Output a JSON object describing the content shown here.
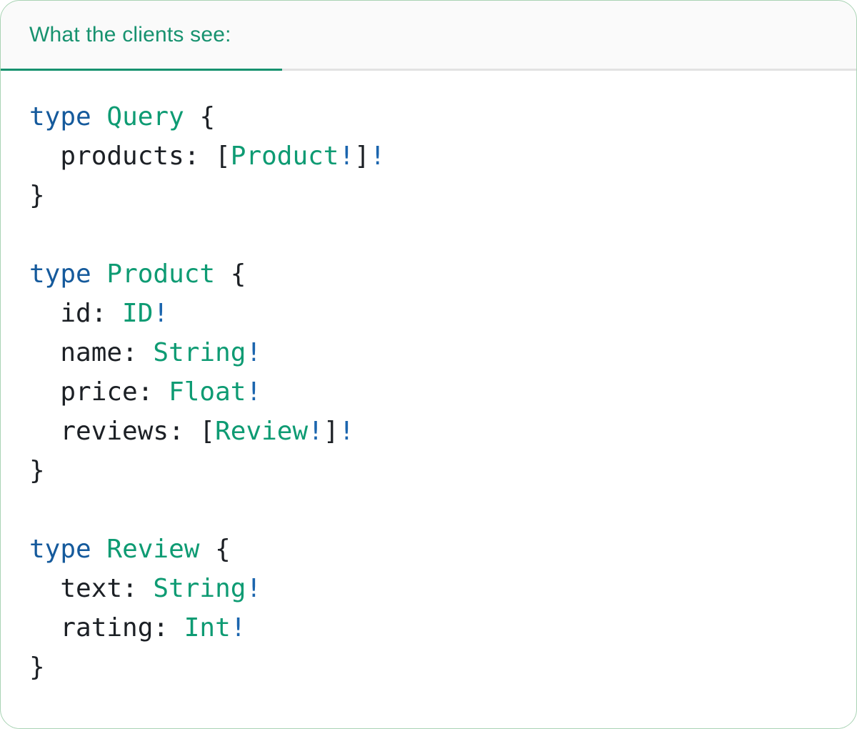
{
  "tab": {
    "label": "What the clients see:"
  },
  "theme": {
    "tab-green": "#17926F",
    "code-green": "#0E9B73",
    "code-blue": "#155A9C",
    "bang-blue": "#1B65AE",
    "code-ink": "#1C2025",
    "header-bg": "#FAFAFA",
    "header-border": "#E2E2E2",
    "card-border": "#A9D3B4",
    "card-bg": "#FFFFFF"
  },
  "code": {
    "lines": [
      [
        {
          "t": "type",
          "c": "keyword"
        },
        {
          "t": " ",
          "c": "plain"
        },
        {
          "t": "Query",
          "c": "typename"
        },
        {
          "t": " {",
          "c": "plain"
        }
      ],
      [
        {
          "t": "  products: [",
          "c": "plain"
        },
        {
          "t": "Product",
          "c": "typename"
        },
        {
          "t": "!",
          "c": "bang"
        },
        {
          "t": "]",
          "c": "plain"
        },
        {
          "t": "!",
          "c": "bang"
        }
      ],
      [
        {
          "t": "}",
          "c": "plain"
        }
      ],
      [],
      [
        {
          "t": "type",
          "c": "keyword"
        },
        {
          "t": " ",
          "c": "plain"
        },
        {
          "t": "Product",
          "c": "typename"
        },
        {
          "t": " {",
          "c": "plain"
        }
      ],
      [
        {
          "t": "  id: ",
          "c": "plain"
        },
        {
          "t": "ID",
          "c": "typename"
        },
        {
          "t": "!",
          "c": "bang"
        }
      ],
      [
        {
          "t": "  name: ",
          "c": "plain"
        },
        {
          "t": "String",
          "c": "typename"
        },
        {
          "t": "!",
          "c": "bang"
        }
      ],
      [
        {
          "t": "  price: ",
          "c": "plain"
        },
        {
          "t": "Float",
          "c": "typename"
        },
        {
          "t": "!",
          "c": "bang"
        }
      ],
      [
        {
          "t": "  reviews: [",
          "c": "plain"
        },
        {
          "t": "Review",
          "c": "typename"
        },
        {
          "t": "!",
          "c": "bang"
        },
        {
          "t": "]",
          "c": "plain"
        },
        {
          "t": "!",
          "c": "bang"
        }
      ],
      [
        {
          "t": "}",
          "c": "plain"
        }
      ],
      [],
      [
        {
          "t": "type",
          "c": "keyword"
        },
        {
          "t": " ",
          "c": "plain"
        },
        {
          "t": "Review",
          "c": "typename"
        },
        {
          "t": " {",
          "c": "plain"
        }
      ],
      [
        {
          "t": "  text: ",
          "c": "plain"
        },
        {
          "t": "String",
          "c": "typename"
        },
        {
          "t": "!",
          "c": "bang"
        }
      ],
      [
        {
          "t": "  rating: ",
          "c": "plain"
        },
        {
          "t": "Int",
          "c": "typename"
        },
        {
          "t": "!",
          "c": "bang"
        }
      ],
      [
        {
          "t": "}",
          "c": "plain"
        }
      ]
    ]
  }
}
